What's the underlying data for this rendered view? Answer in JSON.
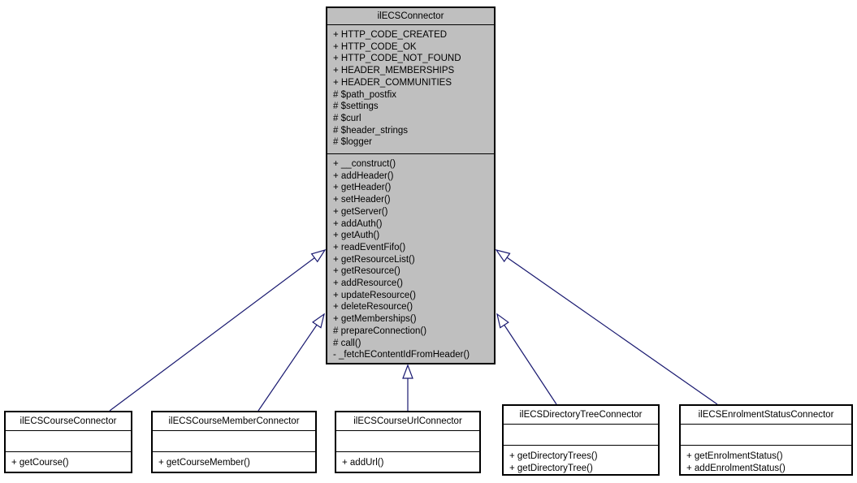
{
  "colors": {
    "edge": "#191970",
    "parent_fill": "#bfbfbf",
    "node_fill": "#ffffff",
    "border": "#000000",
    "text": "#000000"
  },
  "classes": {
    "parent": {
      "name": "ilECSConnector",
      "attributes": [
        "+ HTTP_CODE_CREATED",
        "+ HTTP_CODE_OK",
        "+ HTTP_CODE_NOT_FOUND",
        "+ HEADER_MEMBERSHIPS",
        "+ HEADER_COMMUNITIES",
        "# $path_postfix",
        "# $settings",
        "# $curl",
        "# $header_strings",
        "# $logger"
      ],
      "methods": [
        "+ __construct()",
        "+ addHeader()",
        "+ getHeader()",
        "+ setHeader()",
        "+ getServer()",
        "+ addAuth()",
        "+ getAuth()",
        "+ readEventFifo()",
        "+ getResourceList()",
        "+ getResource()",
        "+ addResource()",
        "+ updateResource()",
        "+ deleteResource()",
        "+ getMemberships()",
        "# prepareConnection()",
        "# call()",
        "- _fetchEContentIdFromHeader()"
      ]
    },
    "children": [
      {
        "name": "ilECSCourseConnector",
        "attributes": [],
        "methods": [
          "+ getCourse()"
        ]
      },
      {
        "name": "ilECSCourseMemberConnector",
        "attributes": [],
        "methods": [
          "+ getCourseMember()"
        ]
      },
      {
        "name": "ilECSCourseUrlConnector",
        "attributes": [],
        "methods": [
          "+ addUrl()"
        ]
      },
      {
        "name": "ilECSDirectoryTreeConnector",
        "attributes": [],
        "methods": [
          "+ getDirectoryTrees()",
          "+ getDirectoryTree()"
        ]
      },
      {
        "name": "ilECSEnrolmentStatusConnector",
        "attributes": [],
        "methods": [
          "+ getEnrolmentStatus()",
          "+ addEnrolmentStatus()"
        ]
      }
    ],
    "relations": [
      {
        "from": "ilECSCourseConnector",
        "to": "ilECSConnector",
        "type": "inheritance"
      },
      {
        "from": "ilECSCourseMemberConnector",
        "to": "ilECSConnector",
        "type": "inheritance"
      },
      {
        "from": "ilECSCourseUrlConnector",
        "to": "ilECSConnector",
        "type": "inheritance"
      },
      {
        "from": "ilECSDirectoryTreeConnector",
        "to": "ilECSConnector",
        "type": "inheritance"
      },
      {
        "from": "ilECSEnrolmentStatusConnector",
        "to": "ilECSConnector",
        "type": "inheritance"
      }
    ]
  }
}
